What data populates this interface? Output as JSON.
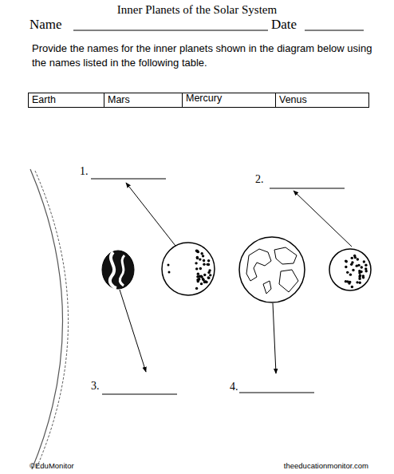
{
  "diagram": {
    "title": "Inner Planets of the Solar System",
    "labels": [
      "Name",
      "Date",
      "Provide the names for the inner planets shown in the diagram below using the names listed in the following table.",
      "Earth",
      "Mars",
      "Mercury",
      "Venus",
      "1.",
      "2.",
      "3.",
      "4.",
      "©EduMonitor",
      "theeducationmonitor.com"
    ]
  }
}
